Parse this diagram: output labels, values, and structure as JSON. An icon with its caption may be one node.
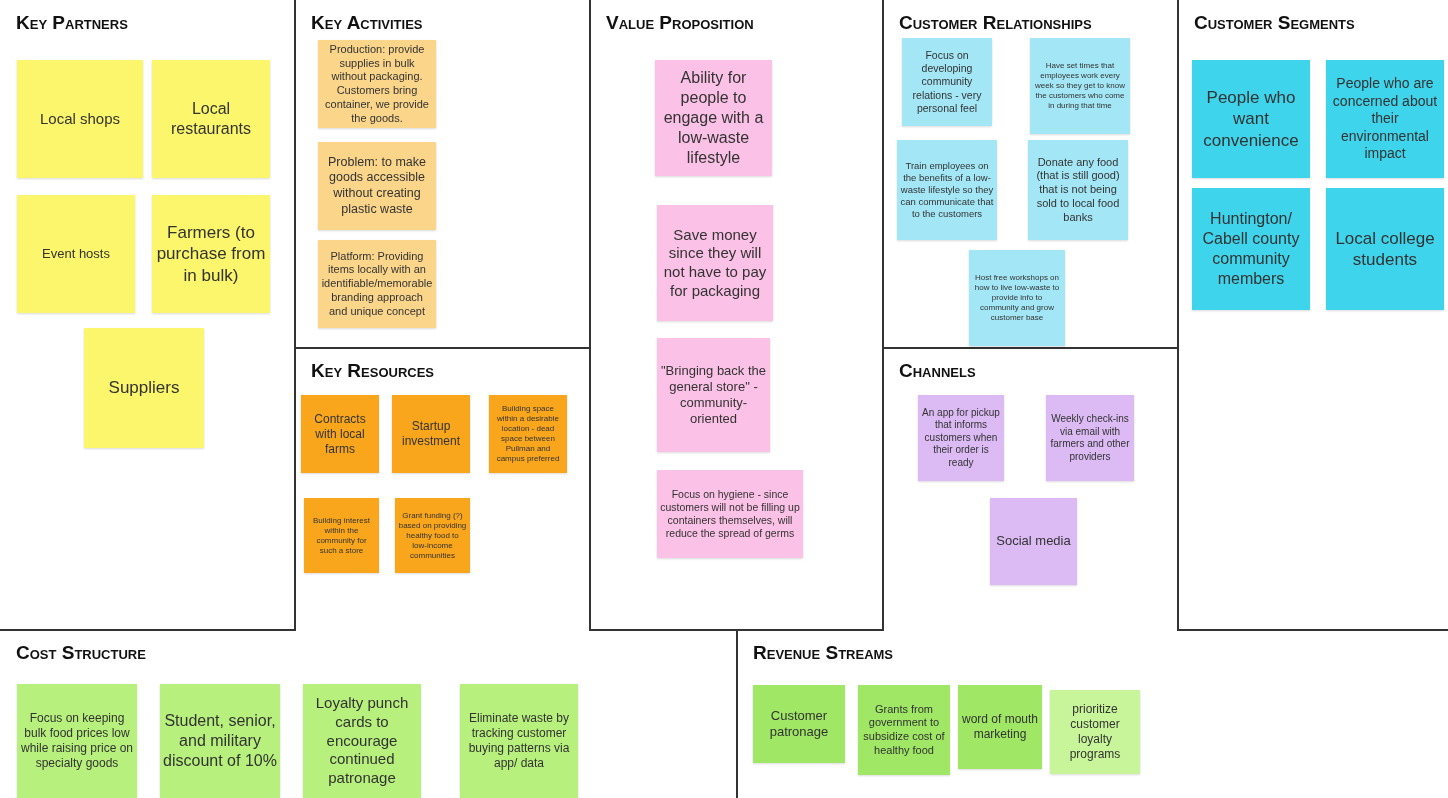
{
  "diagram": {
    "nodes": [
      {
        "text": [
          "Key Partners"
        ]
      },
      {
        "text": [
          "Local shops"
        ],
        "in": 0
      },
      {
        "text": [
          "Local restaurants"
        ],
        "in": 0
      },
      {
        "text": [
          "Event hosts"
        ],
        "in": 0
      },
      {
        "text": [
          "Farmers (to purchase from in bulk)"
        ],
        "in": 0
      },
      {
        "text": [
          "Suppliers"
        ],
        "in": 0
      },
      {
        "text": [
          "Key Activities"
        ]
      },
      {
        "text": [
          "Production: provide supplies in bulk without packaging. Customers bring container, we provide the goods."
        ],
        "in": 6
      },
      {
        "text": [
          "Problem: to make goods accessible without creating plastic waste"
        ],
        "in": 6
      },
      {
        "text": [
          "Platform: Providing items locally with an identifiable/memorable branding approach and unique concept"
        ],
        "in": 6
      },
      {
        "text": [
          "Key Resources"
        ]
      },
      {
        "text": [
          "Contracts with local farms"
        ],
        "in": 10
      },
      {
        "text": [
          "Startup investment"
        ],
        "in": 10
      },
      {
        "text": [
          "Building space within a desirable location - dead space between Pullman and campus preferred"
        ],
        "in": 10
      },
      {
        "text": [
          "Building interest within the community for such a store"
        ],
        "in": 10
      },
      {
        "text": [
          "Grant funding (?) based on providing healthy food to low-income communities"
        ],
        "in": 10
      },
      {
        "text": [
          "Value Proposition"
        ]
      },
      {
        "text": [
          "Ability for people to engage with a low-waste lifestyle"
        ],
        "in": 16
      },
      {
        "text": [
          "Save money since they will not have to pay for packaging"
        ],
        "in": 16
      },
      {
        "text": [
          "\"Bringing back the general store\" - community-oriented"
        ],
        "in": 16
      },
      {
        "text": [
          "Focus on hygiene - since customers will not be filling up containers themselves, will reduce the spread of germs"
        ],
        "in": 16
      },
      {
        "text": [
          "Customer Relationships"
        ]
      },
      {
        "text": [
          "Focus on developing community relations - very personal feel"
        ],
        "in": 21
      },
      {
        "text": [
          "Have set times that employees work every week so they get to know the customers who come in during that time"
        ],
        "in": 21
      },
      {
        "text": [
          "Train employees on the benefits of a low-waste lifestyle so they can communicate that to the customers"
        ],
        "in": 21
      },
      {
        "text": [
          "Donate any food (that is still good) that is not being sold to local food banks"
        ],
        "in": 21
      },
      {
        "text": [
          "Host free workshops on how to live low-waste to provide info to community and grow customer base"
        ],
        "in": 21
      },
      {
        "text": [
          "Channels"
        ]
      },
      {
        "text": [
          "An app for pickup that informs customers when their order is ready"
        ],
        "in": 27
      },
      {
        "text": [
          "Weekly check-ins via email with farmers and other providers"
        ],
        "in": 27
      },
      {
        "text": [
          "Social media"
        ],
        "in": 27
      },
      {
        "text": [
          "Customer Segments"
        ]
      },
      {
        "text": [
          "People who want convenience"
        ],
        "in": 31
      },
      {
        "text": [
          "People who are concerned about their environmental impact"
        ],
        "in": 31
      },
      {
        "text": [
          "Huntington/ Cabell county community members"
        ],
        "in": 31
      },
      {
        "text": [
          "Local college students"
        ],
        "in": 31
      },
      {
        "text": [
          "Cost Structure"
        ]
      },
      {
        "text": [
          "Focus on keeping bulk food prices low while raising price on specialty goods"
        ],
        "in": 36
      },
      {
        "text": [
          "Student, senior, and military discount of 10%"
        ],
        "in": 36
      },
      {
        "text": [
          "Loyalty punch cards to encourage continued patronage"
        ],
        "in": 36
      },
      {
        "text": [
          "Eliminate waste by tracking customer buying patterns via app/ data"
        ],
        "in": 36
      },
      {
        "text": [
          "Revenue Streams"
        ]
      },
      {
        "text": [
          "Customer patronage"
        ],
        "in": 41
      },
      {
        "text": [
          "Grants from government to subsidize cost of healthy food"
        ],
        "in": 41
      },
      {
        "text": [
          "word of mouth marketing"
        ],
        "in": 41
      },
      {
        "text": [
          "prioritize customer loyalty programs"
        ],
        "in": 41
      }
    ]
  }
}
